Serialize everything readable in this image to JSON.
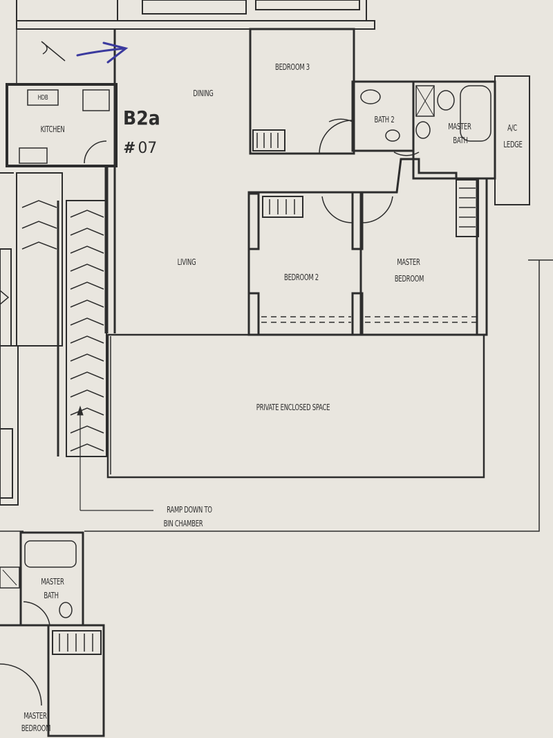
{
  "plan": {
    "unit_code": "B2a",
    "unit_number": "07",
    "unit_number_prefix": "#",
    "rooms": {
      "dining": "DINING",
      "living": "LIVING",
      "kitchen": "KITCHEN",
      "kitchen_appliance": "HDB",
      "bedroom3": "BEDROOM 3",
      "bedroom2": "BEDROOM 2",
      "bath2": "BATH 2",
      "master_bath_line1": "MASTER",
      "master_bath_line2": "BATH",
      "ac_ledge_line1": "A/C",
      "ac_ledge_line2": "LEDGE",
      "master_bedroom_line1": "MASTER",
      "master_bedroom_line2": "BEDROOM",
      "private_enclosed_space": "PRIVATE ENCLOSED SPACE",
      "ramp_line1": "RAMP DOWN TO",
      "ramp_line2": "BIN CHAMBER",
      "lower_master_bath_line1": "MASTER",
      "lower_master_bath_line2": "BATH",
      "lower_master_bedroom_line1": "MASTER",
      "lower_master_bedroom_line2": "BEDROOM"
    },
    "colors": {
      "paper": "#e9e6df",
      "ink": "#2d2d2d",
      "arrow": "#3b3a9e"
    }
  }
}
